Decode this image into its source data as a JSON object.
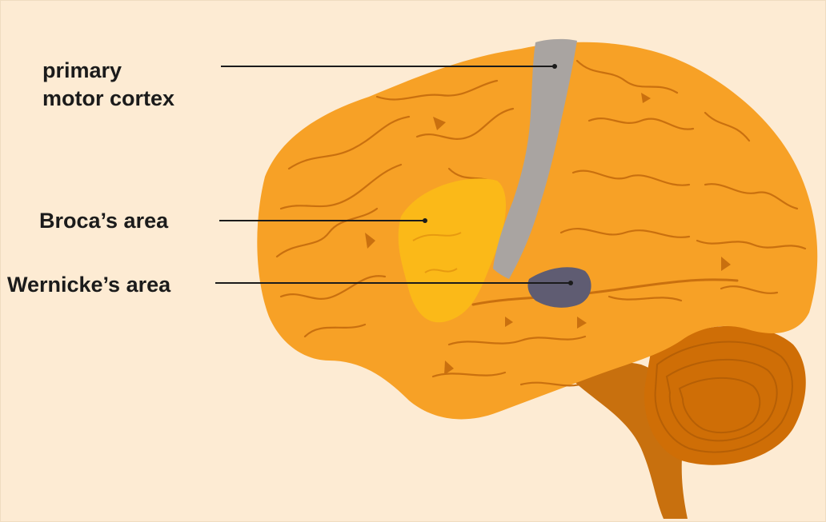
{
  "labels": {
    "primary_motor_cortex": [
      "primary",
      "motor cortex"
    ],
    "brocas_area": "Broca’s area",
    "wernickes_area": "Wernicke’s area"
  },
  "colors": {
    "background": "#fdebd3",
    "cerebrum": "#f7a126",
    "sulcus_lines": "#c9700f",
    "primary_motor_cortex": "#a9a4a1",
    "brocas_area": "#fbb918",
    "wernickes_area": "#5f5c72",
    "cerebellum": "#cf6e06",
    "brainstem": "#c8700e",
    "leader_line": "#1b1b1b"
  }
}
